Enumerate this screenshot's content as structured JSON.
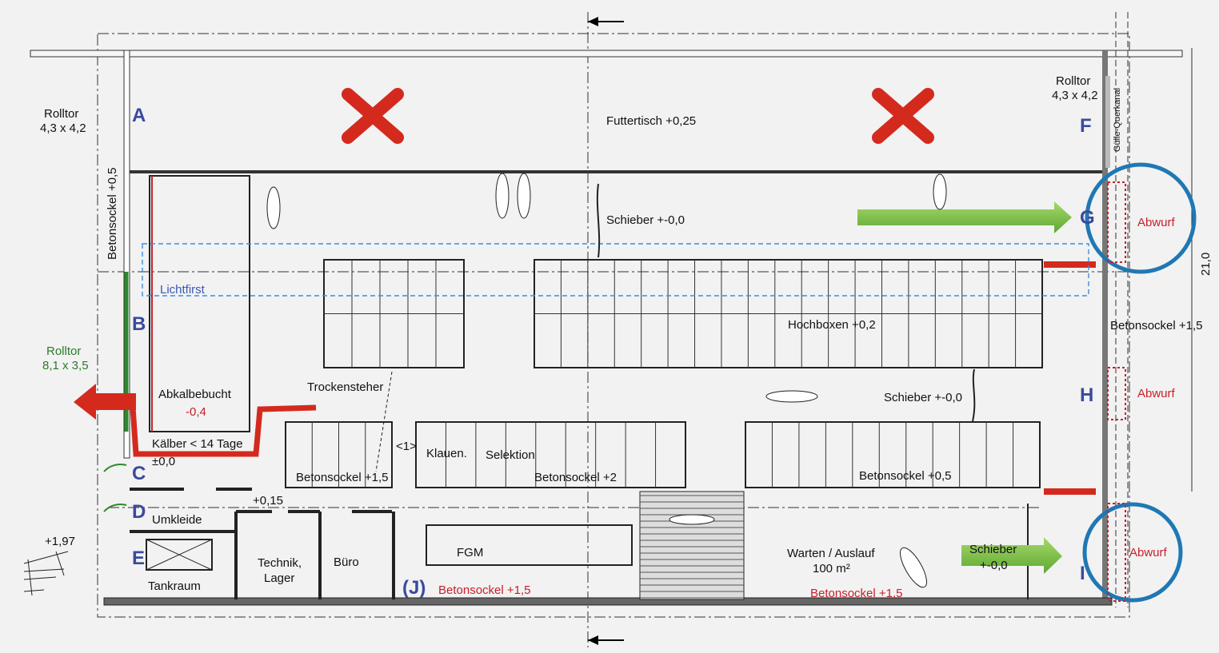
{
  "labels": {
    "rolltor_left_1": "Rolltor",
    "rolltor_left_2": "4,3 x 4,2",
    "rolltor_right_1": "Rolltor",
    "rolltor_right_2": "4,3 x 4,2",
    "rolltor_green_1": "Rolltor",
    "rolltor_green_2": "8,1 x 3,5",
    "betonsockel_left": "Betonsockel +0,5",
    "lichtfirst": "Lichtfirst",
    "futtertisch": "Futtertisch +0,25",
    "schieber_top": "Schieber +-0,0",
    "schieber_mid": "Schieber +-0,0",
    "schieber_bottom_1": "Schieber",
    "schieber_bottom_2": "+-0,0",
    "hochboxen": "Hochboxen +0,2",
    "abkalbebucht": "Abkalbebucht",
    "abkalbebucht_level": "-0,4",
    "kaelber": "Kälber < 14 Tage",
    "level_c": "±0,0",
    "trockensteher": "Trockensteher",
    "betonsockel_15_a": "Betonsockel +1,5",
    "marker_1": "<1>",
    "klauen": "Klauen.",
    "selektion": "Selektion",
    "betonsockel_2": "Betonsockel +2",
    "betonsockel_05": "Betonsockel +0,5",
    "betonsockel_right": "Betonsockel +1,5",
    "level_015": "+0,15",
    "umkleide": "Umkleide",
    "tankraum": "Tankraum",
    "technik_1": "Technik,",
    "technik_2": "Lager",
    "buero": "Büro",
    "level_197": "+1,97",
    "fgm": "FGM",
    "j": "(J)",
    "betonsockel_red_1": "Betonsockel +1,5",
    "warten_1": "Warten / Auslauf",
    "warten_2": "100 m²",
    "betonsockel_red_2": "Betonsockel +1,5",
    "guelle": "Gülle-Querkanal",
    "abwurf_g": "Abwurf",
    "abwurf_h": "Abwurf",
    "abwurf_i": "Abwurf",
    "dimension": "21,0"
  },
  "letters": {
    "a": "A",
    "b": "B",
    "c": "C",
    "d": "D",
    "e": "E",
    "f": "F",
    "g": "G",
    "h": "H",
    "i": "I"
  },
  "colors": {
    "letter": "#3a4a9c",
    "marker_red": "#d42a1e",
    "arrow_green": "#7fc043",
    "circle_blue": "#1f78b4",
    "green_gate": "#2a8a2a"
  },
  "icons": [
    "cross-mark-icon",
    "arrow-right-icon",
    "arrow-left-icon",
    "cow-icon",
    "section-arrow-icon"
  ]
}
